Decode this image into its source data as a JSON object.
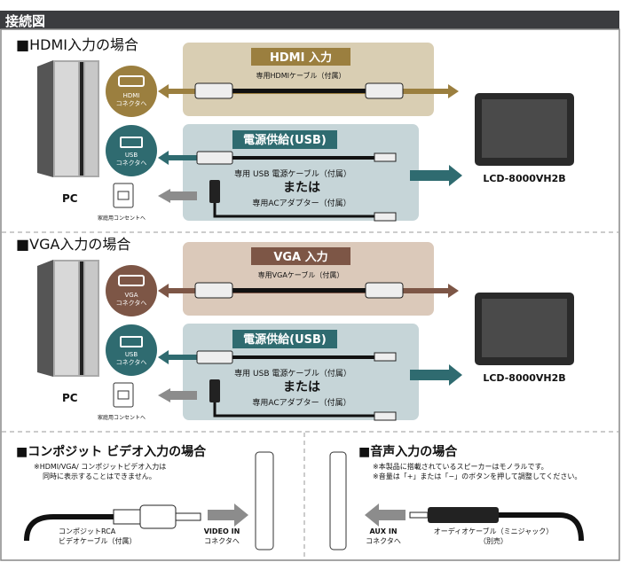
{
  "header": {
    "title": "接続図"
  },
  "colors": {
    "header_bg": "#3b3c3f",
    "usb_teal": "#2f6b70",
    "ac_gray": "#8c8c8c"
  },
  "sections": [
    {
      "title": "■HDMI入力の場合",
      "panel_label": "HDMI 入力",
      "cable_label": "専用HDMIケーブル（付属）",
      "connector_label_1": "HDMI",
      "connector_label_2": "コネクタへ",
      "connector_icon": "hdmi-port-icon",
      "accent": "#9b7f3f",
      "panel_bg": "#d9ceb3",
      "power_label": "電源供給(USB)",
      "usb_label_1": "USB",
      "usb_label_2": "コネクタへ",
      "usb_cable": "専用 USB 電源ケーブル（付属）",
      "or": "または",
      "ac_adapter": "専用ACアダプター（付属）",
      "outlet": "家庭用コンセントへ",
      "pc": "PC",
      "model": "LCD-8000VH2B"
    },
    {
      "title": "■VGA入力の場合",
      "panel_label": "VGA 入力",
      "cable_label": "専用VGAケーブル（付属）",
      "connector_label_1": "VGA",
      "connector_label_2": "コネクタへ",
      "connector_icon": "vga-port-icon",
      "accent": "#7d5646",
      "panel_bg": "#dbc9ba",
      "power_label": "電源供給(USB)",
      "usb_label_1": "USB",
      "usb_label_2": "コネクタへ",
      "usb_cable": "専用 USB 電源ケーブル（付属）",
      "or": "または",
      "ac_adapter": "専用ACアダプター（付属）",
      "outlet": "家庭用コンセントへ",
      "pc": "PC",
      "model": "LCD-8000VH2B"
    }
  ],
  "composite": {
    "title": "■コンポジット ビデオ入力の場合",
    "note_1": "※HDMI/VGA/ コンポジットビデオ入力は",
    "note_2": "同時に表示することはできません。",
    "cable_1": "コンポジットRCA",
    "cable_2": "ビデオケーブル（付属）",
    "target_1": "VIDEO IN",
    "target_2": "コネクタへ"
  },
  "audio": {
    "title": "■音声入力の場合",
    "note_1": "※本製品に搭載されているスピーカーはモノラルです。",
    "note_2": "※音量は「+」または「−」のボタンを押して調整してください。",
    "cable_1": "オーディオケーブル（ミニジャック）",
    "cable_2": "（別売）",
    "target_1": "AUX IN",
    "target_2": "コネクタへ"
  }
}
